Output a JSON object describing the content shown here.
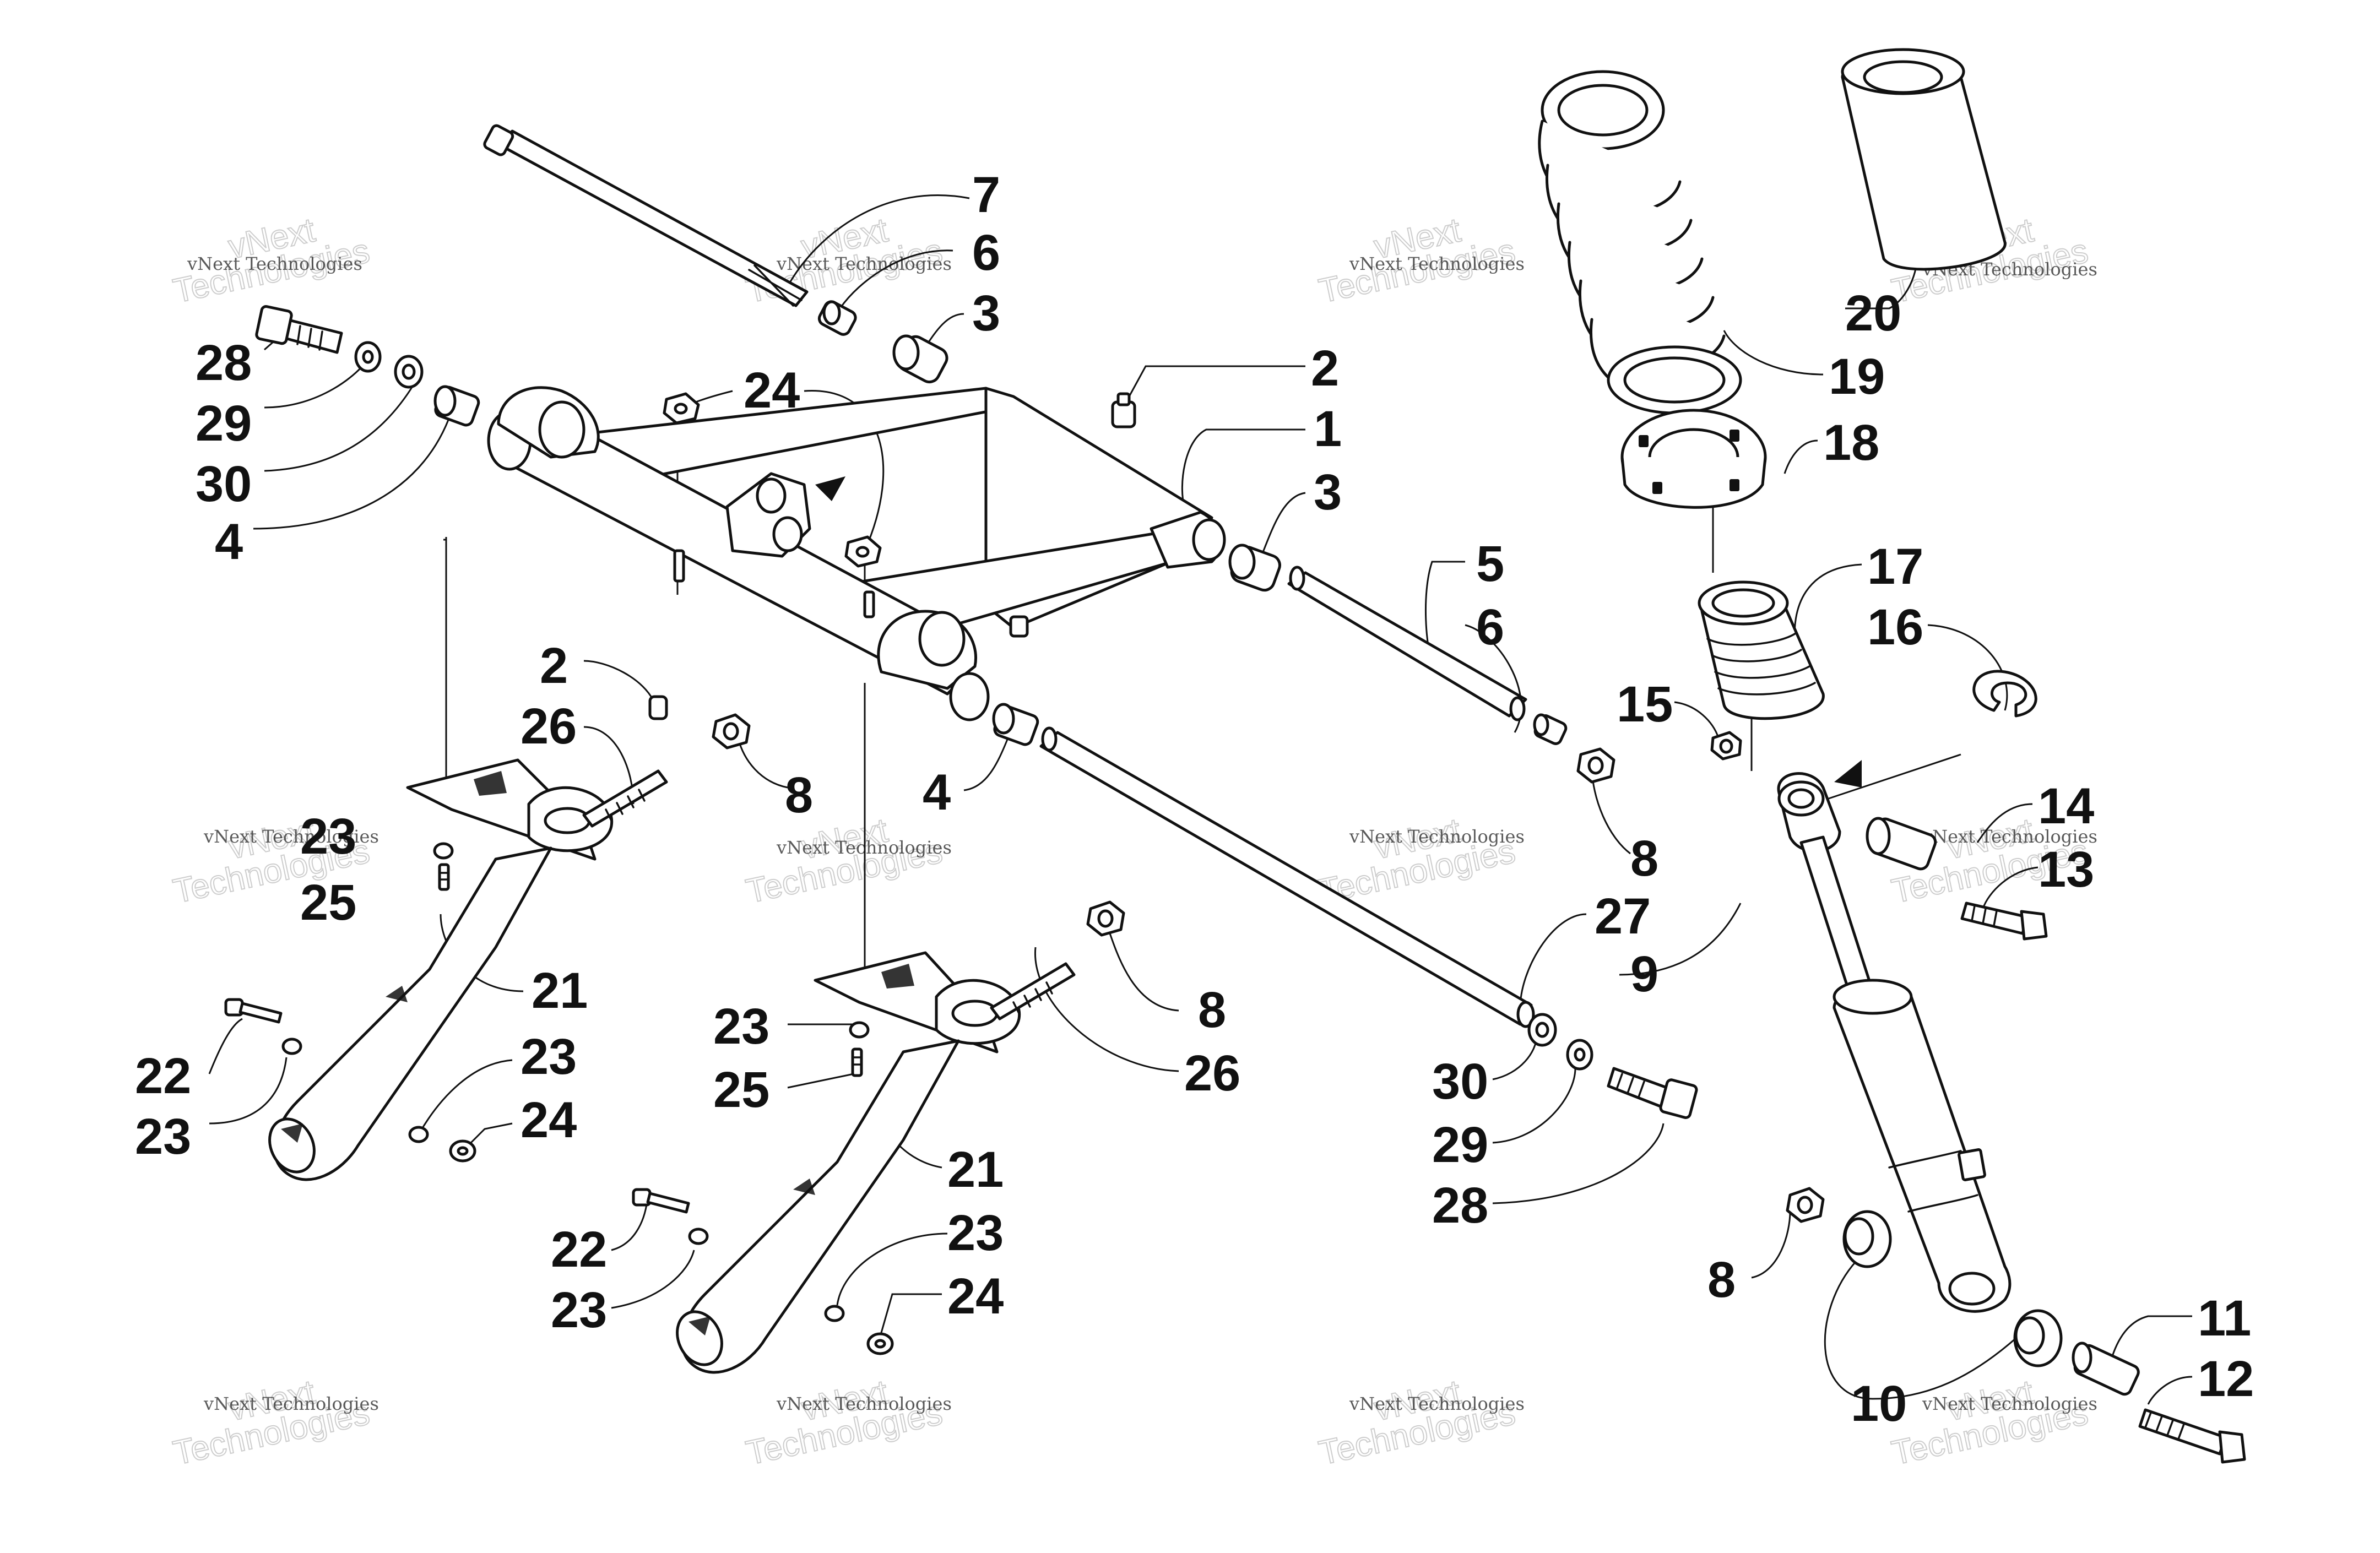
{
  "diagram": {
    "callouts": {
      "c1": "1",
      "c2a": "2",
      "c2b": "2",
      "c3a": "3",
      "c3b": "3",
      "c4a": "4",
      "c4b": "4",
      "c5": "5",
      "c6a": "6",
      "c6b": "6",
      "c7": "7",
      "c8a": "8",
      "c8b": "8",
      "c8c": "8",
      "c8d": "8",
      "c9": "9",
      "c10": "10",
      "c11": "11",
      "c12": "12",
      "c13": "13",
      "c14": "14",
      "c15": "15",
      "c16": "16",
      "c17": "17",
      "c18": "18",
      "c19": "19",
      "c20": "20",
      "c21a": "21",
      "c21b": "21",
      "c22a": "22",
      "c22b": "22",
      "c23a": "23",
      "c23b": "23",
      "c23c": "23",
      "c23d": "23",
      "c23e": "23",
      "c23f": "23",
      "c24a": "24",
      "c24b": "24",
      "c24c": "24",
      "c25a": "25",
      "c25b": "25",
      "c26a": "26",
      "c26b": "26",
      "c27": "27",
      "c28a": "28",
      "c28b": "28",
      "c29a": "29",
      "c29b": "29",
      "c30a": "30",
      "c30b": "30"
    },
    "watermark": {
      "line1": "vNext Technologies",
      "line2": "vNext",
      "line3": "Technologies"
    }
  }
}
